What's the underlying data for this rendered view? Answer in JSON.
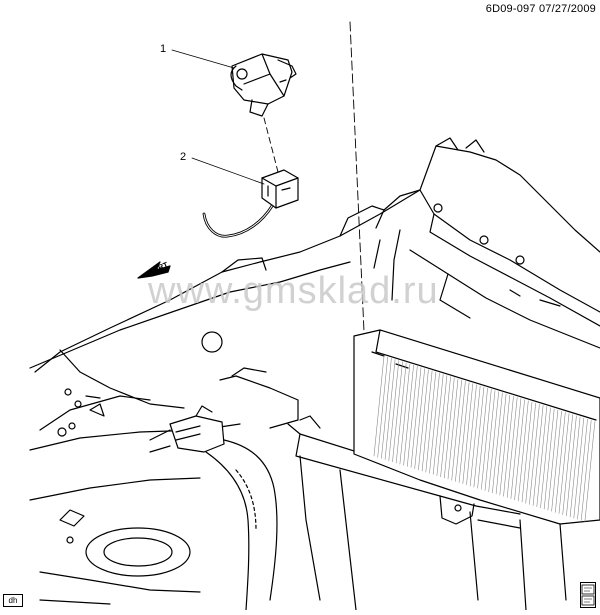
{
  "header": {
    "figure_id": "6D09-097",
    "date": "07/27/2009"
  },
  "callouts": [
    {
      "number": "1"
    },
    {
      "number": "2"
    }
  ],
  "arrow_label": "FRT",
  "watermark": "www.gmsklad.ru",
  "corner_tag": "dh",
  "colors": {
    "line": "#000000",
    "grille": "#8a8a8a",
    "watermark": "#c9c9c9"
  }
}
